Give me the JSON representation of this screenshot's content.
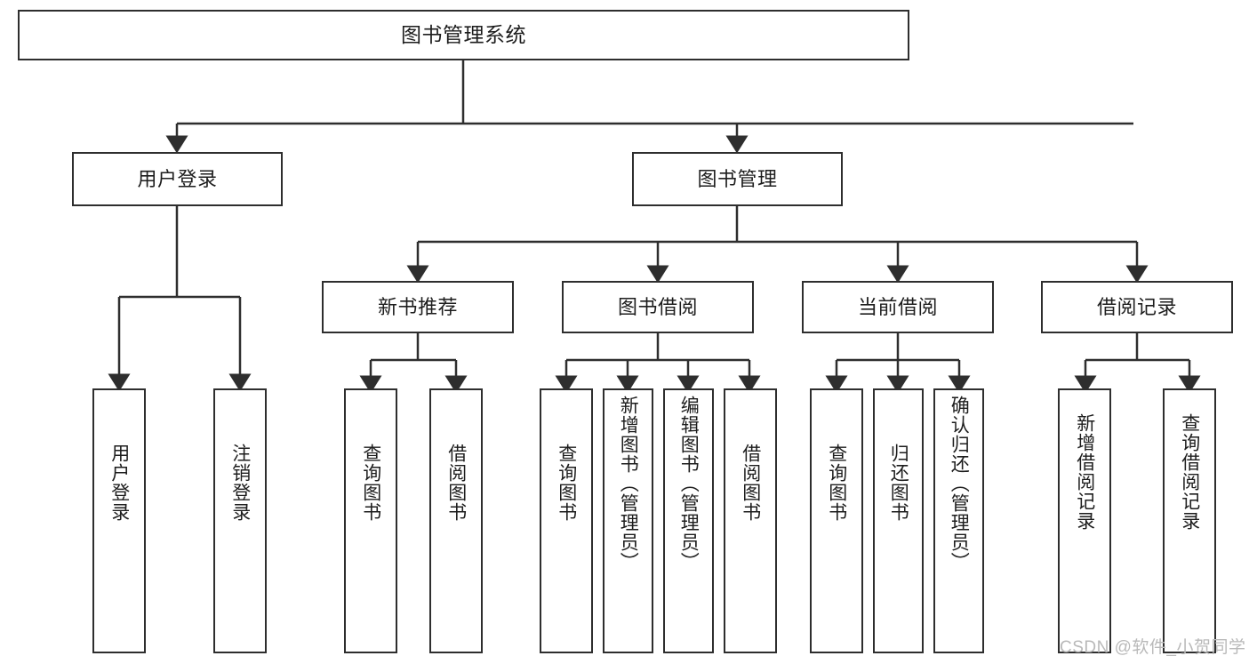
{
  "diagram": {
    "type": "tree",
    "title": "图书管理系统",
    "root": {
      "label": "图书管理系统"
    },
    "level2": [
      {
        "label": "用户登录"
      },
      {
        "label": "图书管理"
      }
    ],
    "level3": [
      {
        "label": "新书推荐"
      },
      {
        "label": "图书借阅"
      },
      {
        "label": "当前借阅"
      },
      {
        "label": "借阅记录"
      }
    ],
    "leaves": {
      "user_login": [
        {
          "label": "用户登录"
        },
        {
          "label": "注销登录"
        }
      ],
      "new_book_recommend": [
        {
          "label": "查询图书"
        },
        {
          "label": "借阅图书"
        }
      ],
      "book_borrow": [
        {
          "label": "查询图书"
        },
        {
          "label": "新增图书（管理员）"
        },
        {
          "label": "编辑图书（管理员）"
        },
        {
          "label": "借阅图书"
        }
      ],
      "current_borrow": [
        {
          "label": "查询图书"
        },
        {
          "label": "归还图书"
        },
        {
          "label": "确认归还（管理员）"
        }
      ],
      "borrow_record": [
        {
          "label": "新增借阅记录"
        },
        {
          "label": "查询借阅记录"
        }
      ]
    }
  },
  "colors": {
    "stroke": "#2e2e2e",
    "text": "#1d1d1d",
    "background": "#ffffff",
    "watermark": "#b9b9b9"
  },
  "watermark": {
    "text": "CSDN @软件_小贺同学"
  }
}
